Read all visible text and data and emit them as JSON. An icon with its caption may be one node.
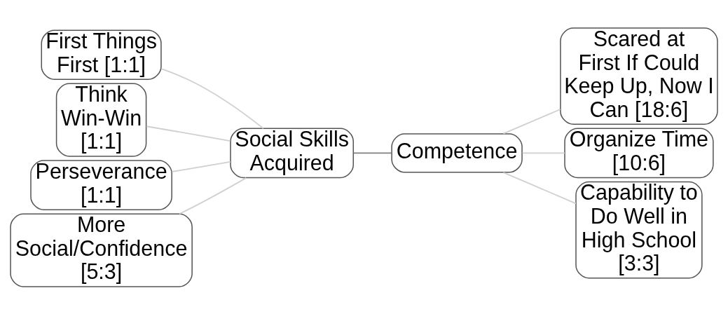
{
  "diagram": {
    "nodes": [
      {
        "text": [
          "First Things First [1:1]"
        ]
      },
      {
        "text": [
          "Think Win-Win [1:1]"
        ]
      },
      {
        "text": [
          "Perseverance [1:1]"
        ]
      },
      {
        "text": [
          "More Social/Confidence [5:3]"
        ]
      },
      {
        "text": [
          "Social Skills Acquired"
        ]
      },
      {
        "text": [
          "Competence"
        ]
      },
      {
        "text": [
          "Scared at First If Could Keep Up, Now I Can [18:6]"
        ]
      },
      {
        "text": [
          "Organize Time [10:6]"
        ]
      },
      {
        "text": [
          "Capability to Do Well in High School [3:3]"
        ]
      }
    ],
    "edges": [
      {
        "from": 4,
        "to": 0,
        "arrow": "none"
      },
      {
        "from": 4,
        "to": 1,
        "arrow": "none"
      },
      {
        "from": 4,
        "to": 2,
        "arrow": "none"
      },
      {
        "from": 4,
        "to": 3,
        "arrow": "none"
      },
      {
        "from": 4,
        "to": 5,
        "arrow": "none",
        "color": "#808080"
      },
      {
        "from": 5,
        "to": 6,
        "arrow": "none"
      },
      {
        "from": 5,
        "to": 7,
        "arrow": "none"
      },
      {
        "from": 5,
        "to": 8,
        "arrow": "none"
      }
    ]
  }
}
